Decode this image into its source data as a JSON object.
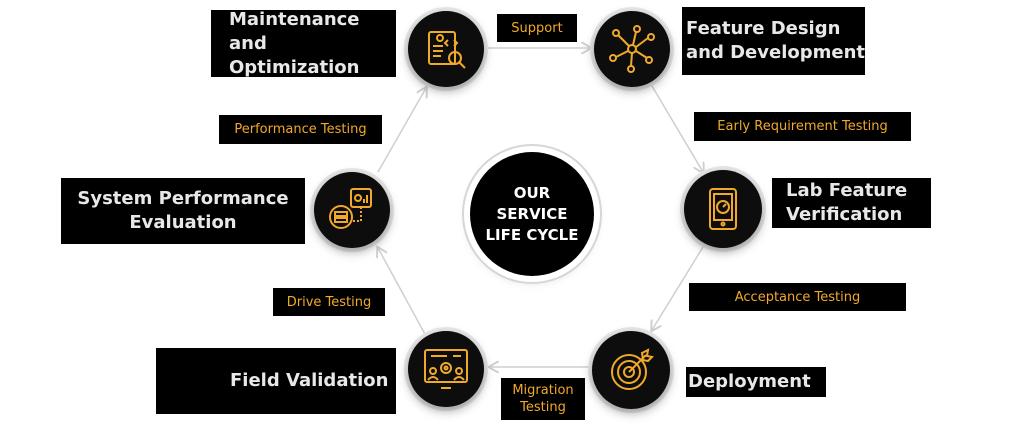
{
  "center": {
    "text": "OUR SERVICE\nLIFE CYCLE"
  },
  "stages": {
    "maintenance": "Maintenance\nand Optimization",
    "feature_design": "Feature Design\nand Development",
    "lab_verification": "Lab Feature\nVerification",
    "deployment": "Deployment",
    "field_validation": "Field Validation",
    "system_performance": "System Performance\nEvaluation"
  },
  "transitions": {
    "support": "Support",
    "early_requirement": "Early Requirement Testing",
    "acceptance": "Acceptance Testing",
    "migration": "Migration\nTesting",
    "drive": "Drive Testing",
    "performance": "Performance Testing"
  },
  "colors": {
    "accent": "#f0a92a",
    "node": "#0d0d0d",
    "label_bg": "#000000",
    "title_text": "#e8e8e8",
    "connector": "#cfcfcf"
  },
  "icons": {
    "maintenance": "code-search-icon",
    "feature_design": "network-nodes-icon",
    "lab_verification": "tablet-gauge-icon",
    "deployment": "target-icon",
    "field_validation": "team-gear-board-icon",
    "system_performance": "analytics-server-icon"
  }
}
